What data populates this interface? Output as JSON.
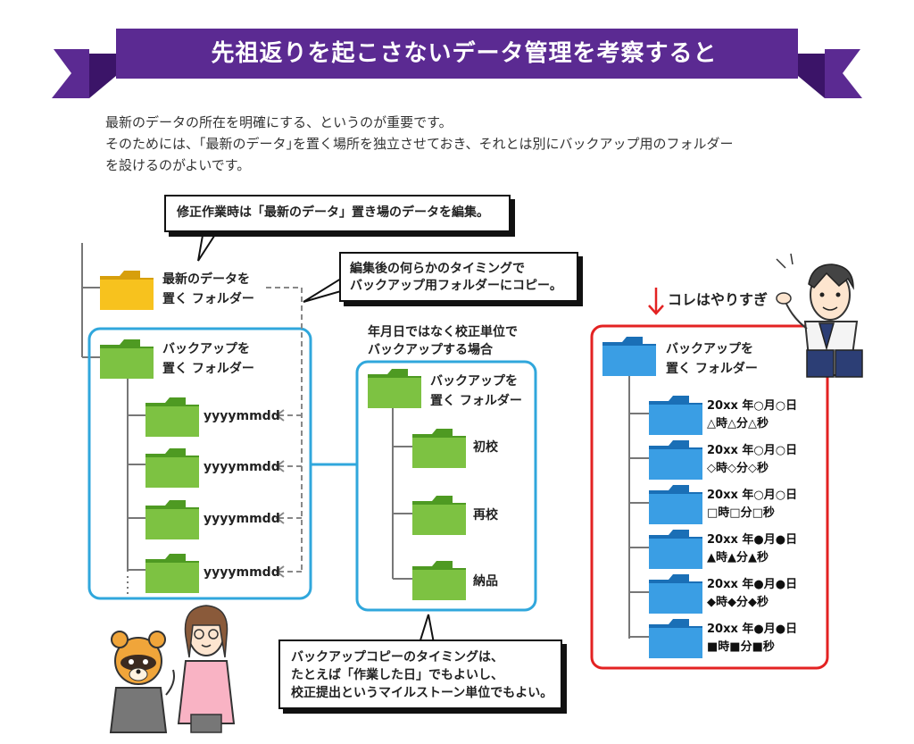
{
  "banner": {
    "title": "先祖返りを起こさないデータ管理を考察すると",
    "color": "#5b2a92",
    "dark": "#3b1468"
  },
  "intro": [
    "最新のデータの所在を明確にする、というのが重要です。",
    "そのためには、｢最新のデータ｣を置く場所を独立させておき、それとは別にバックアップ用のフォルダー",
    "を設けるのがよいです。"
  ],
  "callouts": {
    "edit": "修正作業時は「最新のデータ」置き場のデータを編集。",
    "copy": [
      "編集後の何らかのタイミングで",
      "バックアップ用フォルダーにコピー。"
    ],
    "timing": [
      "バックアップコピーのタイミングは、",
      "たとえば「作業した日」でもよいし、",
      "校正提出というマイルストーン単位でもよい。"
    ]
  },
  "left_tree": {
    "latest_folder": [
      "最新のデータを",
      "置く フォルダー"
    ],
    "backup_folder": [
      "バックアップを",
      "置く フォルダー"
    ],
    "subfolders": [
      "yyyymmdd",
      "yyyymmdd",
      "yyyymmdd",
      "yyyymmdd"
    ]
  },
  "middle_tree": {
    "caption": [
      "年月日ではなく校正単位で",
      "バックアップする場合"
    ],
    "backup_folder": [
      "バックアップを",
      "置く フォルダー"
    ],
    "subfolders": [
      "初校",
      "再校",
      "納品"
    ]
  },
  "right_tree": {
    "too_much": "コレはやりすぎ",
    "backup_folder": [
      "バックアップを",
      "置く フォルダー"
    ],
    "subfolders": [
      [
        "20xx 年○月○日",
        "△時△分△秒"
      ],
      [
        "20xx 年○月○日",
        "◇時◇分◇秒"
      ],
      [
        "20xx 年○月○日",
        "□時□分□秒"
      ],
      [
        "20xx 年●月●日",
        "▲時▲分▲秒"
      ],
      [
        "20xx 年●月●日",
        "◆時◆分◆秒"
      ],
      [
        "20xx 年●月●日",
        "■時■分■秒"
      ]
    ]
  },
  "colors": {
    "yellow_folder": "#f7c21e",
    "green_folder": "#7dc242",
    "blue_folder": "#3a9ee4",
    "frame_blue": "#30a7dc",
    "frame_red": "#e32222"
  },
  "icons": [
    "folder-icon",
    "down-arrow-icon",
    "businessman-illustration",
    "woman-illustration",
    "raccoon-dog-illustration"
  ]
}
